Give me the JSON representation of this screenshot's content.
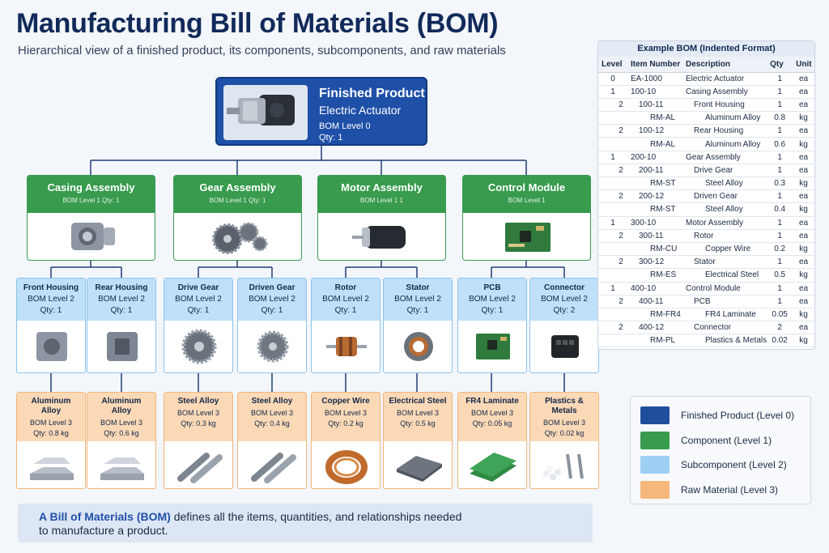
{
  "header": {
    "title": "Manufacturing Bill of Materials (BOM)",
    "subtitle": "Hierarchical view of a finished product, its components, subcomponents, and raw materials"
  },
  "finished_product": {
    "label": "Finished Product",
    "name": "Electric Actuator",
    "level": "BOM Level 0",
    "qty": "Qty: 1",
    "image": "electric-actuator-image"
  },
  "components": [
    {
      "name": "Casing Assembly",
      "meta": "BOM Level 1 Qty: 1",
      "image": "casing-image"
    },
    {
      "name": "Gear Assembly",
      "meta": "BOM Level 1 Qty: 1",
      "image": "gears-image"
    },
    {
      "name": "Motor Assembly",
      "meta": "BOM Level 1 1",
      "image": "motor-image"
    },
    {
      "name": "Control Module",
      "meta": "BOM Level 1",
      "image": "circuit-board-image"
    }
  ],
  "subcomponents": [
    {
      "name": "Front Housing",
      "level": "BOM Level 2",
      "qty": "Qty: 1"
    },
    {
      "name": "Rear Housing",
      "level": "BOM Level 2",
      "qty": "Qty: 1"
    },
    {
      "name": "Drive Gear",
      "level": "BOM Level 2",
      "qty": "Qty: 1"
    },
    {
      "name": "Driven Gear",
      "level": "BOM Level 2",
      "qty": "Qty: 1"
    },
    {
      "name": "Rotor",
      "level": "BOM Level 2",
      "qty": "Qty: 1"
    },
    {
      "name": "Stator",
      "level": "BOM Level 2",
      "qty": "Qty: 1"
    },
    {
      "name": "PCB",
      "level": "BOM Level 2",
      "qty": "Qty: 1"
    },
    {
      "name": "Connector",
      "level": "BOM Level 2",
      "qty": "Qty: 2"
    }
  ],
  "raw_materials": [
    {
      "name1": "Aluminum",
      "name2": "Alloy",
      "level": "BOM Level 3",
      "qty": "Qty: 0.8 kg"
    },
    {
      "name1": "Aluminum",
      "name2": "Alloy",
      "level": "BOM Level 3",
      "qty": "Qty: 0.6 kg"
    },
    {
      "name1": "Steel Alloy",
      "name2": "",
      "level": "BOM Level 3",
      "qty": "Qty: 0.3 kg"
    },
    {
      "name1": "Steel Alloy",
      "name2": "",
      "level": "BOM Level 3",
      "qty": "Qty: 0.4 kg"
    },
    {
      "name1": "Copper Wire",
      "name2": "",
      "level": "BOM Level 3",
      "qty": "Qty: 0.2 kg"
    },
    {
      "name1": "Electrical Steel",
      "name2": "",
      "level": "BOM Level 3",
      "qty": "Qty: 0.5 kg"
    },
    {
      "name1": "FR4 Laminate",
      "name2": "",
      "level": "BOM Level 3",
      "qty": "Qty: 0.05 kg"
    },
    {
      "name1": "Plastics &",
      "name2": "Metals",
      "level": "BOM Level 3",
      "qty": "Qty: 0.02 kg"
    }
  ],
  "bom_table": {
    "title": "Example BOM  (Indented Format)",
    "columns": [
      "Level",
      "Item Number",
      "Description",
      "Qty",
      "Unit"
    ],
    "rows": [
      [
        "0",
        "EA-1000",
        "Electric Actuator",
        "1",
        "ea",
        0
      ],
      [
        "1",
        "100-10",
        "Casing Assembly",
        "1",
        "ea",
        0
      ],
      [
        "2",
        "100-11",
        "Front Housing",
        "1",
        "ea",
        1
      ],
      [
        "",
        "RM-AL",
        "Aluminum Alloy",
        "0.8",
        "kg",
        2
      ],
      [
        "2",
        "100-12",
        "Rear Housing",
        "1",
        "ea",
        1
      ],
      [
        "",
        "RM-AL",
        "Aluminum Alloy",
        "0.6",
        "kg",
        2
      ],
      [
        "1",
        "200-10",
        "Gear Assembly",
        "1",
        "ea",
        0
      ],
      [
        "2",
        "200-11",
        "Drive Gear",
        "1",
        "ea",
        1
      ],
      [
        "",
        "RM-ST",
        "Steel Alloy",
        "0.3",
        "kg",
        2
      ],
      [
        "2",
        "200-12",
        "Driven Gear",
        "1",
        "ea",
        1
      ],
      [
        "",
        "RM-ST",
        "Steel Alloy",
        "0.4",
        "kg",
        2
      ],
      [
        "1",
        "300-10",
        "Motor Assembly",
        "1",
        "ea",
        0
      ],
      [
        "2",
        "300-11",
        "Rotor",
        "1",
        "ea",
        1
      ],
      [
        "",
        "RM-CU",
        "Copper Wire",
        "0.2",
        "kg",
        2
      ],
      [
        "2",
        "300-12",
        "Stator",
        "1",
        "ea",
        1
      ],
      [
        "",
        "RM-ES",
        "Electrical Steel",
        "0.5",
        "kg",
        2
      ],
      [
        "1",
        "400-10",
        "Control Module",
        "1",
        "ea",
        0
      ],
      [
        "2",
        "400-11",
        "PCB",
        "1",
        "ea",
        1
      ],
      [
        "",
        "RM-FR4",
        "FR4 Laminate",
        "0.05",
        "kg",
        2
      ],
      [
        "2",
        "400-12",
        "Connector",
        "2",
        "ea",
        1
      ],
      [
        "",
        "RM-PL",
        "Plastics & Metals",
        "0.02",
        "kg",
        2
      ]
    ]
  },
  "legend": [
    {
      "label": "Finished Product (Level 0)",
      "color": "#1f4e9c"
    },
    {
      "label": "Component (Level 1)",
      "color": "#389b4d"
    },
    {
      "label": "Subcomponent (Level 2)",
      "color": "#9fd0f4"
    },
    {
      "label": "Raw Material (Level 3)",
      "color": "#f6b77c"
    }
  ],
  "definition": {
    "highlight": "A Bill of Materials (BOM)",
    "text": " defines all the items, quantities, and relationships needed",
    "text2": "to manufacture a product."
  },
  "colors": {
    "finished": "#1f50a8",
    "component": "#389b4d",
    "subcomponent": "#bfe0f8",
    "raw": "#fbd9b6",
    "connector_line": "#1f3f77"
  }
}
